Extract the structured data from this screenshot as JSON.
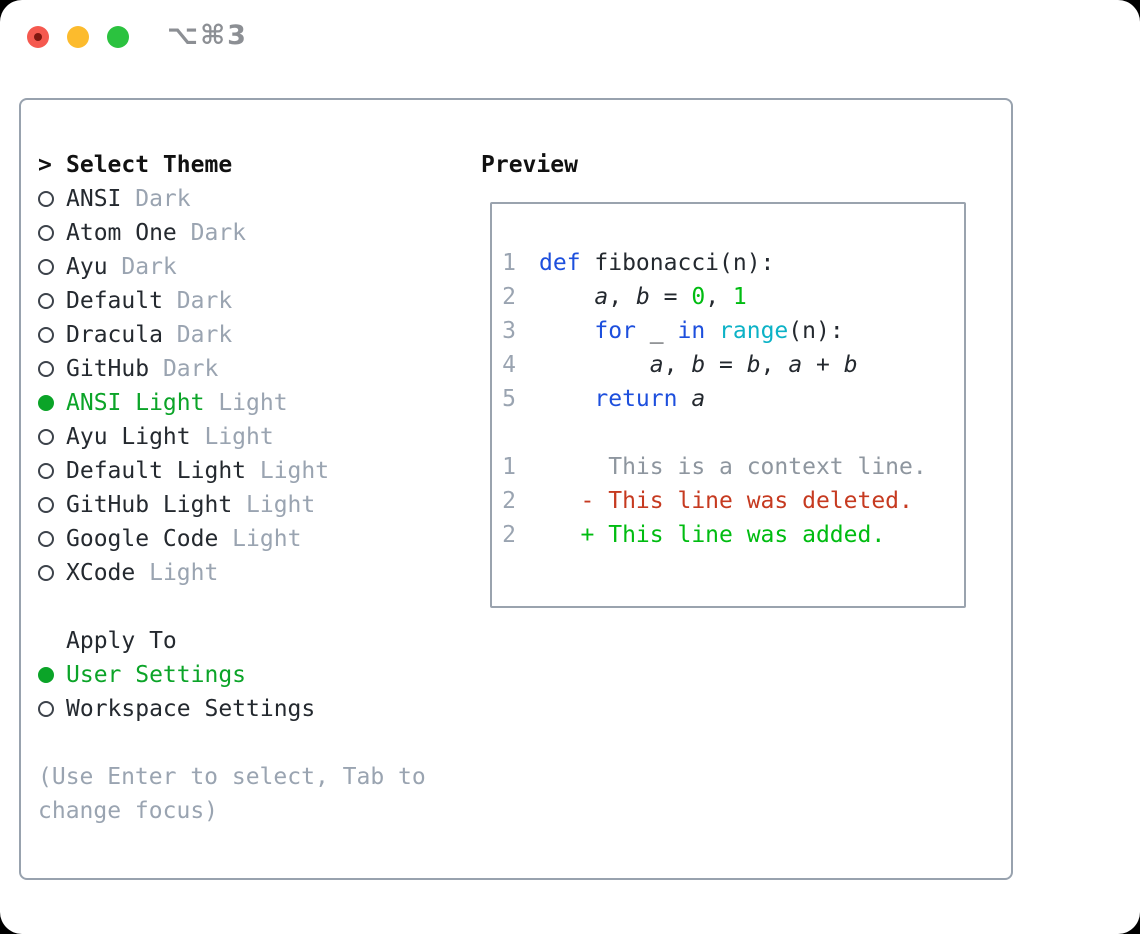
{
  "window": {
    "title": "⌥⌘3"
  },
  "colors": {
    "sel": "#0ba428",
    "add": "#00bc11",
    "del": "#c63a20",
    "kw": "#1d4fdd",
    "fn": "#0cb2c6"
  },
  "theme_picker": {
    "prompt": ">",
    "header": "Select Theme",
    "items": [
      {
        "name": "ANSI",
        "variant": "Dark",
        "selected": false
      },
      {
        "name": "Atom One",
        "variant": "Dark",
        "selected": false
      },
      {
        "name": "Ayu",
        "variant": "Dark",
        "selected": false
      },
      {
        "name": "Default",
        "variant": "Dark",
        "selected": false
      },
      {
        "name": "Dracula",
        "variant": "Dark",
        "selected": false
      },
      {
        "name": "GitHub",
        "variant": "Dark",
        "selected": false
      },
      {
        "name": "ANSI Light",
        "variant": "Light",
        "selected": true
      },
      {
        "name": "Ayu Light",
        "variant": "Light",
        "selected": false
      },
      {
        "name": "Default Light",
        "variant": "Light",
        "selected": false
      },
      {
        "name": "GitHub Light",
        "variant": "Light",
        "selected": false
      },
      {
        "name": "Google Code",
        "variant": "Light",
        "selected": false
      },
      {
        "name": "XCode",
        "variant": "Light",
        "selected": false
      }
    ],
    "apply_to": {
      "header": "Apply To",
      "options": [
        {
          "label": "User Settings",
          "selected": true
        },
        {
          "label": "Workspace Settings",
          "selected": false
        }
      ]
    },
    "hint": "(Use Enter to select, Tab to change focus)"
  },
  "preview": {
    "header": "Preview",
    "code_lines": [
      {
        "ln": "1",
        "tokens": [
          {
            "t": "def",
            "c": "kw"
          },
          {
            "t": " fibonacci(n):",
            "c": "pl"
          }
        ]
      },
      {
        "ln": "2",
        "tokens": [
          {
            "t": "    ",
            "c": "pl"
          },
          {
            "t": "a",
            "c": "var"
          },
          {
            "t": ", ",
            "c": "pl"
          },
          {
            "t": "b",
            "c": "var"
          },
          {
            "t": " = ",
            "c": "pl"
          },
          {
            "t": "0",
            "c": "num"
          },
          {
            "t": ", ",
            "c": "pl"
          },
          {
            "t": "1",
            "c": "num"
          }
        ]
      },
      {
        "ln": "3",
        "tokens": [
          {
            "t": "    ",
            "c": "pl"
          },
          {
            "t": "for",
            "c": "kw"
          },
          {
            "t": " _ ",
            "c": "pl"
          },
          {
            "t": "in",
            "c": "kw"
          },
          {
            "t": " ",
            "c": "pl"
          },
          {
            "t": "range",
            "c": "fn"
          },
          {
            "t": "(n):",
            "c": "pl"
          }
        ]
      },
      {
        "ln": "4",
        "tokens": [
          {
            "t": "        ",
            "c": "pl"
          },
          {
            "t": "a",
            "c": "var"
          },
          {
            "t": ", ",
            "c": "pl"
          },
          {
            "t": "b",
            "c": "var"
          },
          {
            "t": " = ",
            "c": "pl"
          },
          {
            "t": "b",
            "c": "var"
          },
          {
            "t": ", ",
            "c": "pl"
          },
          {
            "t": "a",
            "c": "var"
          },
          {
            "t": " + ",
            "c": "pl"
          },
          {
            "t": "b",
            "c": "var"
          }
        ]
      },
      {
        "ln": "5",
        "tokens": [
          {
            "t": "    ",
            "c": "pl"
          },
          {
            "t": "return",
            "c": "kw"
          },
          {
            "t": " ",
            "c": "pl"
          },
          {
            "t": "a",
            "c": "var"
          }
        ]
      },
      {
        "ln": "",
        "tokens": []
      },
      {
        "ln": "1",
        "tokens": [
          {
            "t": "     This is a context line.",
            "c": "ctx"
          }
        ]
      },
      {
        "ln": "2",
        "tokens": [
          {
            "t": "   ",
            "c": "pl"
          },
          {
            "t": "- This line was deleted.",
            "c": "del"
          }
        ]
      },
      {
        "ln": "2",
        "tokens": [
          {
            "t": "   ",
            "c": "pl"
          },
          {
            "t": "+ This line was added.",
            "c": "add"
          }
        ]
      }
    ]
  }
}
